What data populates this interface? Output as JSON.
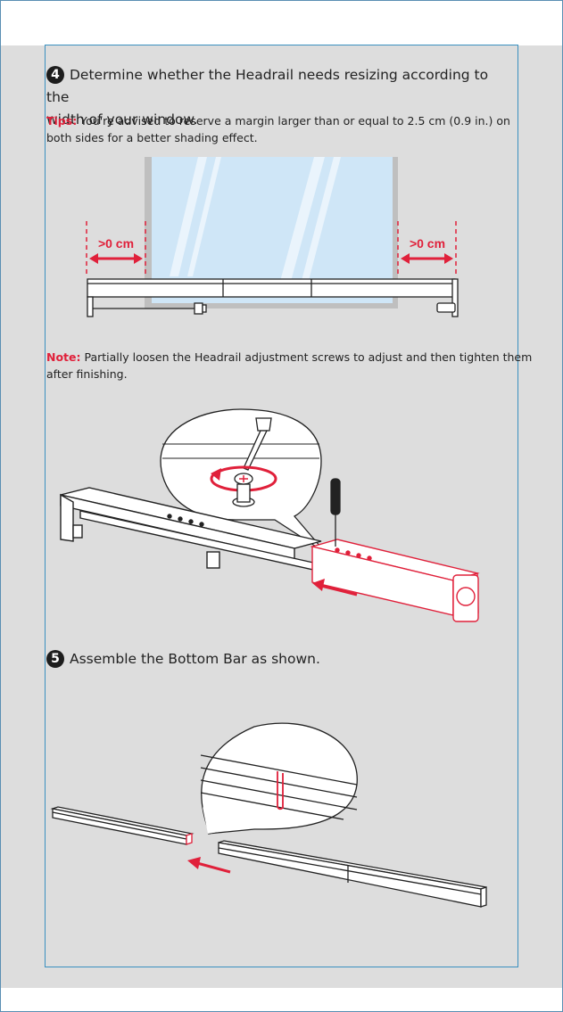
{
  "step4": {
    "number": "4",
    "title_line1": "Determine whether the Headrail needs resizing according to the",
    "title_line2": "width of your window.",
    "tips_label": "Tips:",
    "tips_line1": " You're advised to reserve a margin larger than or equal to 2.5 cm (0.9 in.)  on",
    "tips_line2": "both sides for a better shading effect.",
    "margin_left_label": ">0 cm",
    "margin_right_label": ">0 cm",
    "note_label": "Note:",
    "note_line1": " Partially loosen the Headrail adjustment screws to adjust and then tighten them",
    "note_line2": "after finishing."
  },
  "step5": {
    "number": "5",
    "title": "Assemble the Bottom Bar as shown."
  },
  "colors": {
    "accent_red": "#e0203a",
    "glass_blue": "#cfe6f7",
    "background_gray": "#dddddd"
  }
}
